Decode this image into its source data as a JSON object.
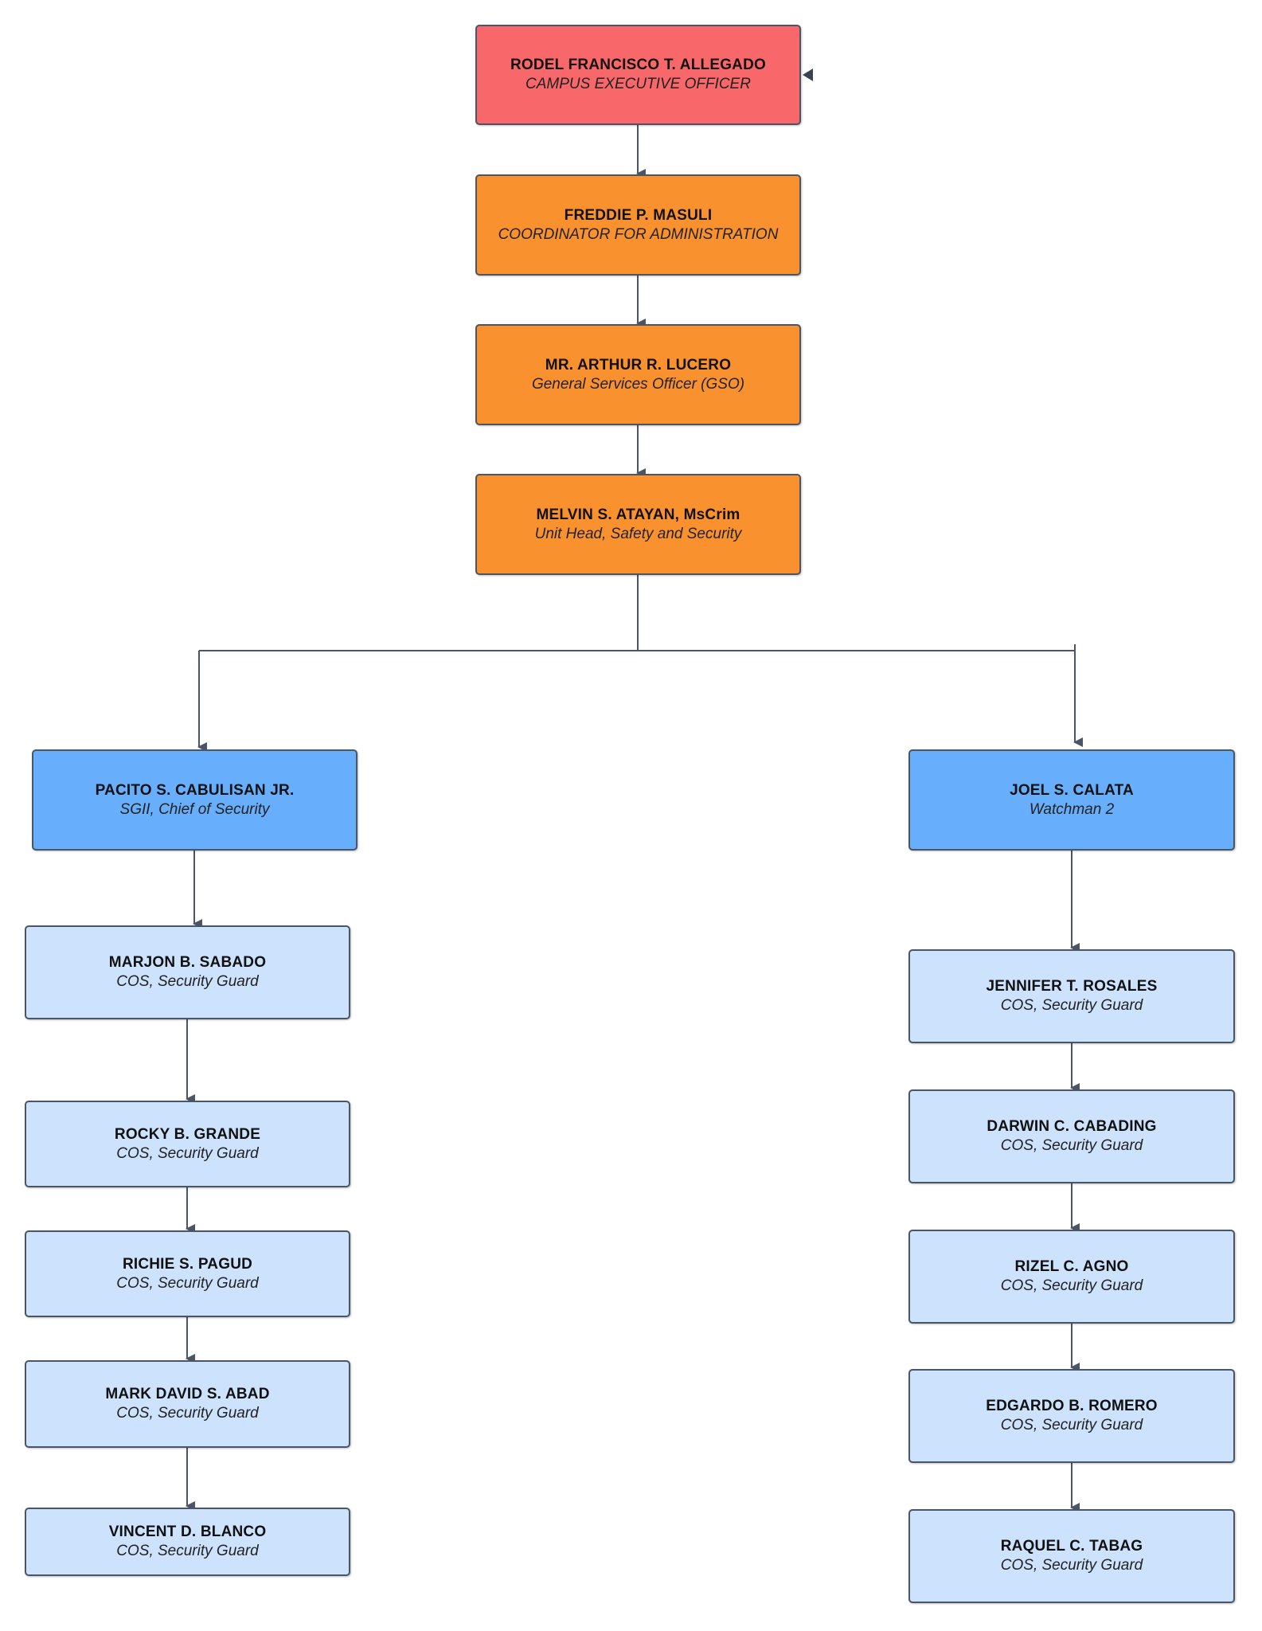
{
  "colors": {
    "executive": "#f8686a",
    "admin": "#f9922e",
    "supervisor": "#67aefc",
    "staff": "#cde2fc",
    "line": "#4a5566"
  },
  "nodes": {
    "ceo": {
      "name": "RODEL FRANCISCO T. ALLEGADO",
      "role": "CAMPUS EXECUTIVE OFFICER"
    },
    "coordinator": {
      "name": "FREDDIE P. MASULI",
      "role": "COORDINATOR FOR ADMINISTRATION"
    },
    "gso": {
      "name": "MR. ARTHUR R. LUCERO",
      "role": "General Services Officer (GSO)"
    },
    "unit_head": {
      "name": "MELVIN S. ATAYAN, MsCrim",
      "role": "Unit Head, Safety and Security"
    },
    "chief": {
      "name": "PACITO S. CABULISAN JR.",
      "role": "SGII, Chief of  Security"
    },
    "watchman": {
      "name": "JOEL S. CALATA",
      "role": "Watchman 2"
    },
    "left_staff": [
      {
        "name": "MARJON B. SABADO",
        "role": "COS, Security Guard"
      },
      {
        "name": "ROCKY B. GRANDE",
        "role": "COS, Security Guard"
      },
      {
        "name": "RICHIE S. PAGUD",
        "role": "COS, Security Guard"
      },
      {
        "name": "MARK DAVID S. ABAD",
        "role": "COS, Security Guard"
      },
      {
        "name": "VINCENT D. BLANCO",
        "role": "COS, Security Guard"
      }
    ],
    "right_staff": [
      {
        "name": "JENNIFER T. ROSALES",
        "role": "COS, Security Guard"
      },
      {
        "name": "DARWIN C. CABADING",
        "role": "COS, Security Guard"
      },
      {
        "name": "RIZEL C. AGNO",
        "role": "COS, Security Guard"
      },
      {
        "name": "EDGARDO B. ROMERO",
        "role": "COS, Security Guard"
      },
      {
        "name": "RAQUEL C. TABAG",
        "role": "COS, Security Guard"
      }
    ]
  }
}
